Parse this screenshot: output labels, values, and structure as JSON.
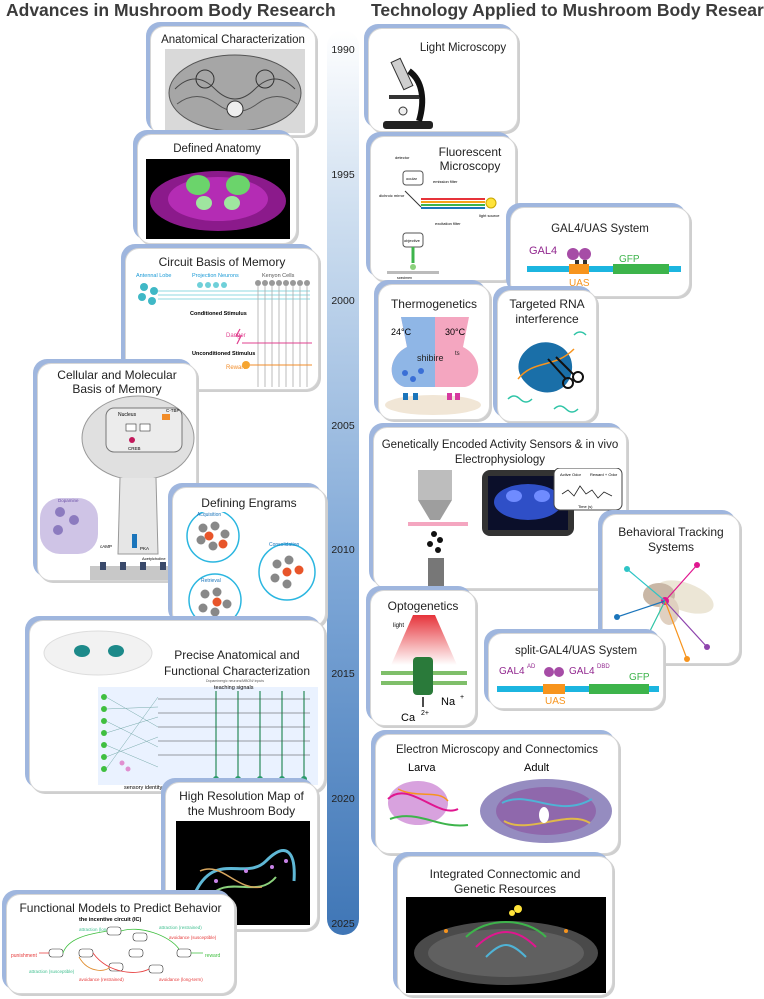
{
  "headers": {
    "left": "Advances in Mushroom Body Research",
    "right": "Technology Applied to Mushroom Body Research"
  },
  "timeline": {
    "years": [
      "1990",
      "1995",
      "2000",
      "2005",
      "2010",
      "2015",
      "2020",
      "2025"
    ]
  },
  "left_cards": [
    {
      "title": "Anatomical Characterization"
    },
    {
      "title": "Defined Anatomy"
    },
    {
      "title": "Circuit Basis of Memory",
      "labels": {
        "antennal_lobe": "Antennal Lobe",
        "projection_neurons": "Projection Neurons",
        "kenyon_cells": "Kenyon Cells",
        "cs": "Conditioned Stimulus",
        "danger": "Danger",
        "us": "Unconditioned Stimulus",
        "reward": "Reward"
      }
    },
    {
      "title": "Cellular and Molecular Basis of Memory",
      "labels": {
        "nucleus": "Nucleus",
        "ctbp": "C-TBP",
        "creb": "CREB",
        "dopamine": "Dopamine",
        "camp": "cAMP",
        "pka": "PKA",
        "acetylcholine": "Acetylcholine"
      }
    },
    {
      "title": "Defining Engrams",
      "labels": {
        "acquisition": "Acquisition",
        "consolidation": "Consolidation",
        "retrieval": "Retrieval"
      }
    },
    {
      "title": "Precise Anatomical and Functional Characterization",
      "labels": {
        "teaching": "teaching signals",
        "sensory": "sensory identity",
        "dopamine_mbon": "Dopaminergic neurons/MBON/ inputs"
      }
    },
    {
      "title": "High Resolution Map of the Mushroom Body"
    },
    {
      "title": "Functional Models to Predict Behavior",
      "labels": {
        "ic": "the incentive circuit (IC)",
        "punishment": "punishment",
        "reward": "reward",
        "attraction_lt": "attraction (long-term)",
        "attraction_rest": "attraction (restrained)",
        "avoidance_susc": "avoidance (susceptible)",
        "attraction_susc": "attraction (susceptible)",
        "avoidance_rest": "avoidance (restrained)",
        "avoidance_lt": "avoidance (long-term)"
      }
    }
  ],
  "right_cards": [
    {
      "title": "Light Microscopy"
    },
    {
      "title": "Fluorescent Microscopy",
      "labels": {
        "detector": "detector",
        "ocular": "ocular",
        "emission": "emission filter",
        "dichroic": "dichroic mirror",
        "light": "light source",
        "objective": "objective",
        "excitation": "excitation filter",
        "specimen": "specimen"
      }
    },
    {
      "title": "GAL4/UAS System",
      "labels": {
        "gal4": "GAL4",
        "uas": "UAS",
        "gfp": "GFP"
      }
    },
    {
      "title": "Thermogenetics",
      "labels": {
        "t1": "24°C",
        "t2": "30°C",
        "shibire": "shibire",
        "ts": "ts"
      }
    },
    {
      "title": "Targeted RNA interference"
    },
    {
      "title": "Genetically Encoded Activity Sensors & in vivo Electrophysiology",
      "labels": {
        "active": "Active Odor",
        "reward": "Reward + Odor",
        "axis": "Time (s)"
      }
    },
    {
      "title": "Behavioral Tracking Systems"
    },
    {
      "title": "Optogenetics",
      "labels": {
        "light": "light",
        "na": "Na",
        "plus": "+",
        "ca": "Ca",
        "caplus": "2+"
      }
    },
    {
      "title": "split-GAL4/UAS System",
      "labels": {
        "gal4ad": "GAL4",
        "ad": "AD",
        "gal4dbd": "GAL4",
        "dbd": "DBD",
        "uas": "UAS",
        "gfp": "GFP"
      }
    },
    {
      "title": "Electron Microscopy and Connectomics",
      "labels": {
        "larva": "Larva",
        "adult": "Adult"
      }
    },
    {
      "title": "Integrated Connectomic and Genetic Resources"
    }
  ],
  "colors": {
    "timeline_top": "#ffffff",
    "timeline_bottom": "#3f76b6",
    "card_shadow": "#9fb6de",
    "gfp": "#3db44b",
    "uas": "#f7941d",
    "gal4": "#92278f",
    "dna": "#1cb5e0"
  }
}
